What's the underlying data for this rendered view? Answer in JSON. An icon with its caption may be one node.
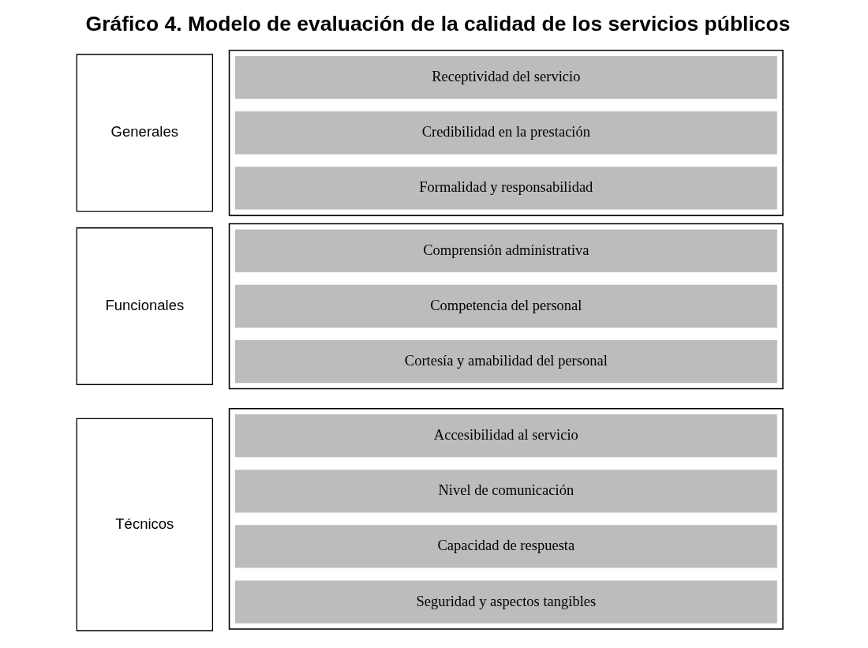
{
  "diagram": {
    "title": "Gráfico 4. Modelo de evaluación de la calidad de los servicios públicos",
    "nodes": [
      {
        "text": [
          "Técnicos"
        ]
      },
      {
        "text": [],
        "shape": "box"
      },
      {
        "text": [
          "Accesibilidad al servicio"
        ],
        "in": 1
      },
      {
        "text": [
          "Nivel de comunicación"
        ],
        "in": 1
      },
      {
        "text": [
          "Capacidad de respuesta"
        ],
        "in": 1
      },
      {
        "text": [
          "Seguridad y aspectos tangibles"
        ],
        "in": 1
      },
      {
        "text": [
          "Funcionales"
        ]
      },
      {
        "text": [],
        "shape": "box"
      },
      {
        "text": [
          "Comprensión administrativa"
        ],
        "in": 7
      },
      {
        "text": [
          "Competencia del personal"
        ],
        "in": 7
      },
      {
        "text": [
          "Cortesía y amabilidad del personal"
        ],
        "in": 7
      },
      {
        "text": [
          "Generales"
        ]
      },
      {
        "text": [],
        "shape": "box"
      },
      {
        "text": [
          "Receptividad del servicio"
        ],
        "in": 12
      },
      {
        "text": [
          "Credibilidad en la prestación"
        ],
        "in": 12
      },
      {
        "text": [
          "Formalidad y responsabilidad"
        ],
        "in": 12
      }
    ]
  }
}
